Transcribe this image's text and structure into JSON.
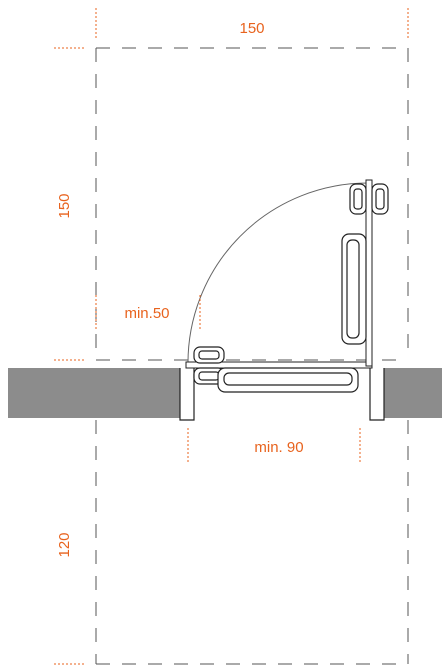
{
  "dimensions": {
    "top_width": "150",
    "left_depth_upper": "150",
    "door_clearance": "min.50",
    "opening_width": "min. 90",
    "left_depth_lower": "120"
  },
  "colors": {
    "dimension": "#e8631e",
    "line": "#333333",
    "wall": "#8c8c8c",
    "dash": "#555555"
  },
  "icons": [
    "door-handle-icon",
    "grab-bar-icon"
  ]
}
